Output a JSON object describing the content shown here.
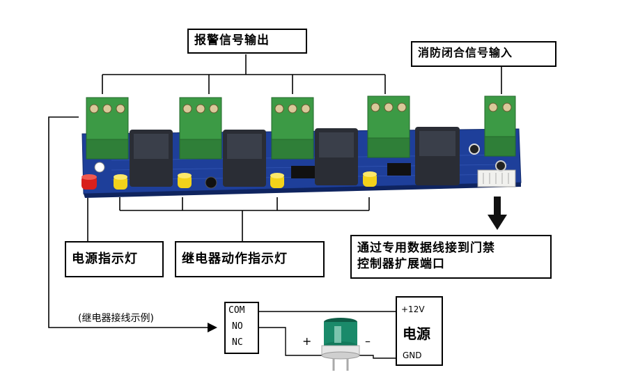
{
  "labels": {
    "alarm_output": "报警信号输出",
    "fire_input": "消防闭合信号输入",
    "power_indicator": "电源指示灯",
    "relay_indicator": "继电器动作指示灯",
    "door_port_line1": "通过专用数据线接到门禁",
    "door_port_line2": "控制器扩展端口",
    "example_caption": "(继电器接线示例)"
  },
  "relay_terminals": {
    "com": "COM",
    "no": "NO",
    "nc": "NC"
  },
  "power_box": {
    "positive": "+12V",
    "title": "电源",
    "ground": "GND"
  },
  "polarity": {
    "plus": "+",
    "minus": "–"
  },
  "colors": {
    "pcb": "#1e3f9a",
    "terminal_green": "#3c9a45",
    "led_yellow": "#f2d21a",
    "led_red": "#d8201c",
    "relay_body": "#2a2d35",
    "beacon_green": "#1a8a6a"
  }
}
